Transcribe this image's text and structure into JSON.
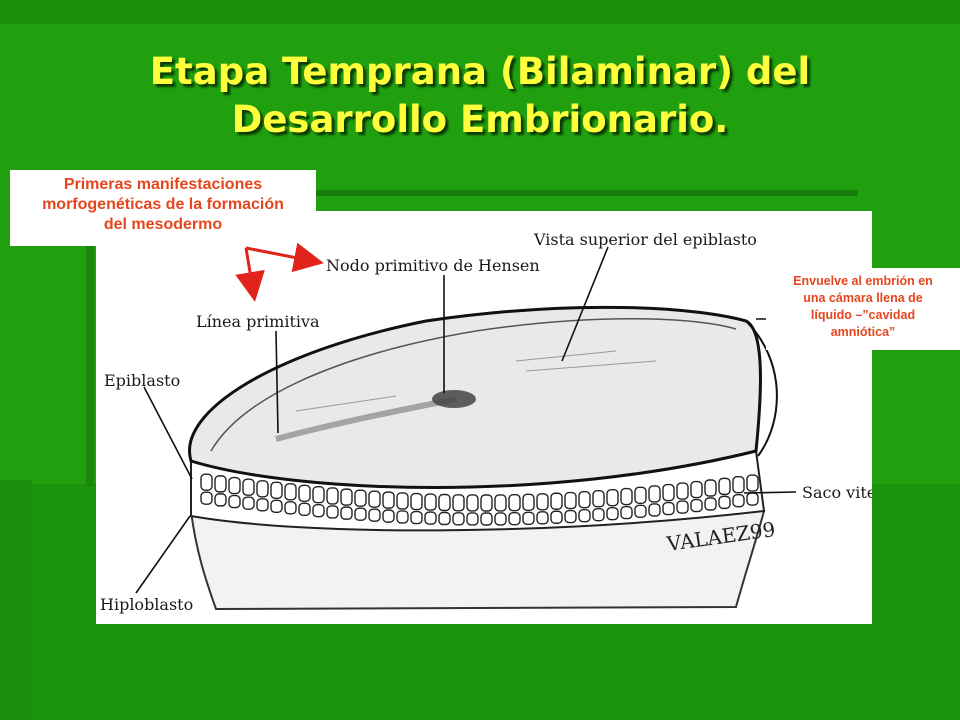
{
  "slide": {
    "title_line1": "Etapa Temprana (Bilaminar) del",
    "title_line2": "Desarrollo Embrionario."
  },
  "callouts": {
    "left": {
      "line1": "Primeras manifestaciones",
      "line2": "morfogenéticas de la formación",
      "line3": "del mesodermo"
    },
    "right": {
      "line1": "Envuelve al embrión en",
      "line2": "una cámara llena de",
      "line3": "líquido –”cavidad",
      "line4": "amniótica”"
    }
  },
  "figure_labels": {
    "vista_superior": "Vista superior del epiblasto",
    "nodo": "Nodo primitivo de Hensen",
    "linea": "Línea primitiva",
    "epiblasto": "Epiblasto",
    "saco": "Saco vitelino",
    "hipoblasto": "Hiploblasto",
    "signature": "VALAEZ99"
  },
  "colors": {
    "background": "#21a00f",
    "title": "#ffff3c",
    "callout_text": "#e5461d",
    "arrow": "#e0231b"
  }
}
